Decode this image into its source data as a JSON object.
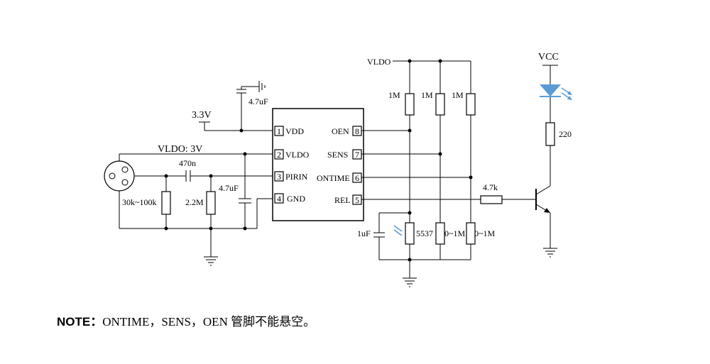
{
  "colors": {
    "line": "#000000",
    "accent_blue": "#5b9bd5"
  },
  "supplies": {
    "v33": "3.3V",
    "vldo_3v": "VLDO: 3V",
    "vldo": "VLDO",
    "vcc": "VCC"
  },
  "chip": {
    "pins": [
      {
        "num": "1",
        "name": "VDD"
      },
      {
        "num": "2",
        "name": "VLDO"
      },
      {
        "num": "3",
        "name": "PIRIN"
      },
      {
        "num": "4",
        "name": "GND"
      },
      {
        "num": "5",
        "name": "REL"
      },
      {
        "num": "6",
        "name": "ONTIME"
      },
      {
        "num": "7",
        "name": "SENS"
      },
      {
        "num": "8",
        "name": "OEN"
      }
    ]
  },
  "components": {
    "c_vdd": "4.7uF",
    "c_in": "470n",
    "c_ldo": "4.7uF",
    "r_pir": "30k~100k",
    "r_in": "2.2M",
    "r_pull": [
      "1M",
      "1M",
      "1M"
    ],
    "c_ldr": "1uF",
    "ldr": "5537",
    "r_sens": "0~1M",
    "r_ontime": "0~1M",
    "r_base": "4.7k",
    "r_led": "220"
  },
  "note": {
    "label": "NOTE：",
    "text": "ONTIME，SENS，OEN 管脚不能悬空。"
  }
}
